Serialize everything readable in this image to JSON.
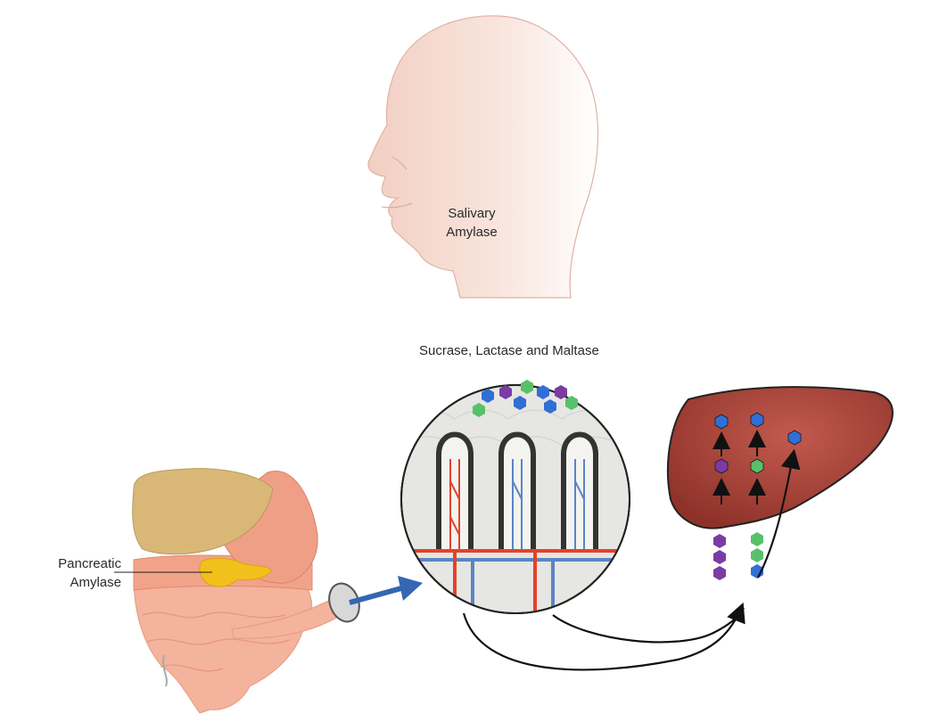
{
  "labels": {
    "salivary_line1": "Salivary",
    "salivary_line2": "Amylase",
    "enzymes": "Sucrase, Lactase and Maltase",
    "pancreatic_line1": "Pancreatic",
    "pancreatic_line2": "Amylase"
  },
  "colors": {
    "skin": "#f6dcd2",
    "liver_tan": "#d9b877",
    "liver_organ": "#a8453a",
    "stomach": "#ef9f86",
    "intestine": "#f2a98f",
    "pancreas": "#f2c01a",
    "blood_red": "#e2432b",
    "blood_blue": "#5b84c6",
    "glucose": "#2f6fd6",
    "galactose": "#58c06a",
    "fructose": "#7a3ca3",
    "arrow_blue": "#3566b3"
  },
  "icons": [
    "head-profile-icon",
    "digestive-organs-icon",
    "villi-magnified-icon",
    "liver-icon",
    "monosaccharide-hexagon-icon"
  ]
}
